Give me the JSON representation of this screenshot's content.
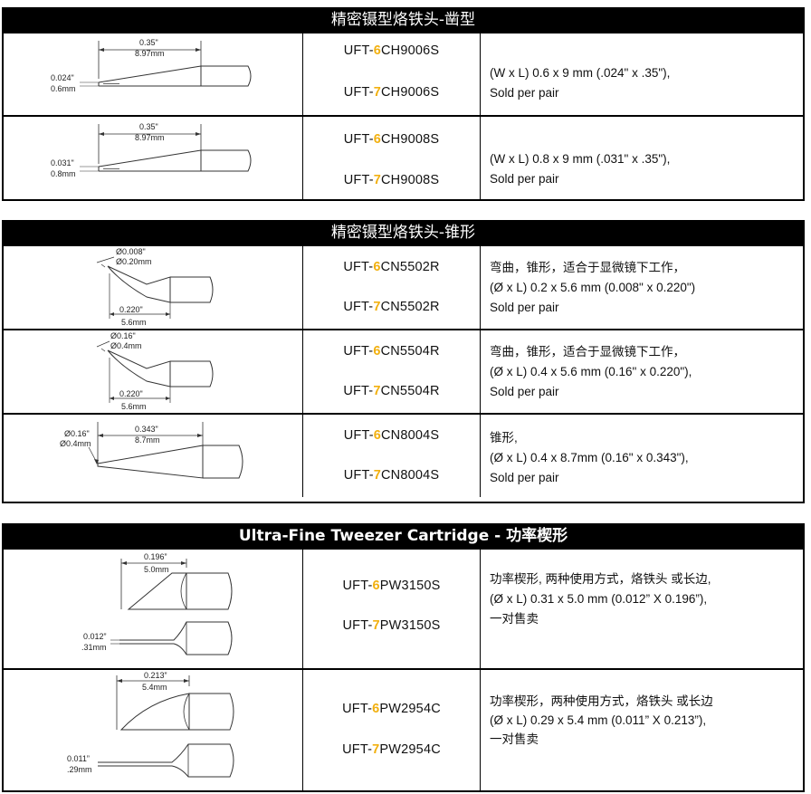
{
  "sections": [
    {
      "title": "精密镊型烙铁头-凿型",
      "rows": [
        {
          "code1_prefix": "UFT-",
          "code1_digit": "6",
          "code1_suffix": "CH9006S",
          "code2_prefix": "UFT-",
          "code2_digit": "7",
          "code2_suffix": "CH9006S",
          "desc": [
            "(W x L) 0.6 x 9 mm (.024\" x .35\"),",
            "Sold per pair"
          ],
          "dims": {
            "len_in": "0.35\"",
            "len_mm": "8.97mm",
            "w_in": "0.024\"",
            "w_mm": "0.6mm"
          }
        },
        {
          "code1_prefix": "UFT-",
          "code1_digit": "6",
          "code1_suffix": "CH9008S",
          "code2_prefix": "UFT-",
          "code2_digit": "7",
          "code2_suffix": "CH9008S",
          "desc": [
            "(W x L) 0.8 x 9 mm (.031\" x .35\"),",
            "Sold per pair"
          ],
          "dims": {
            "len_in": "0.35\"",
            "len_mm": "8.97mm",
            "w_in": "0.031\"",
            "w_mm": "0.8mm"
          }
        }
      ]
    },
    {
      "title": "精密镊型烙铁头-锥形",
      "rows": [
        {
          "code1_prefix": "UFT-",
          "code1_digit": "6",
          "code1_suffix": "CN5502R",
          "code2_prefix": "UFT-",
          "code2_digit": "7",
          "code2_suffix": "CN5502R",
          "desc": [
            "弯曲，锥形，适合于显微镜下工作，",
            "(Ø x L) 0.2 x 5.6 mm (0.008\" x 0.220\")",
            "Sold per pair"
          ],
          "dims": {
            "d_in": "Ø0.008\"",
            "d_mm": "Ø0.20mm",
            "len_in": "0.220\"",
            "len_mm": "5.6mm"
          }
        },
        {
          "code1_prefix": "UFT-",
          "code1_digit": "6",
          "code1_suffix": "CN5504R",
          "code2_prefix": "UFT-",
          "code2_digit": "7",
          "code2_suffix": "CN5504R",
          "desc": [
            "弯曲，锥形，适合于显微镜下工作，",
            "(Ø x L) 0.4 x 5.6 mm (0.16\" x 0.220\"),",
            "Sold per pair"
          ],
          "dims": {
            "d_in": "Ø0.16\"",
            "d_mm": "Ø0.4mm",
            "len_in": "0.220\"",
            "len_mm": "5.6mm"
          }
        },
        {
          "code1_prefix": "UFT-",
          "code1_digit": "6",
          "code1_suffix": "CN8004S",
          "code2_prefix": "UFT-",
          "code2_digit": "7",
          "code2_suffix": "CN8004S",
          "desc": [
            "锥形,",
            "(Ø x L) 0.4 x 8.7mm (0.16\" x 0.343\"),",
            "Sold per pair"
          ],
          "dims": {
            "d_in": "Ø0.16\"",
            "d_mm": "Ø0.4mm",
            "len_in": "0.343\"",
            "len_mm": "8.7mm"
          }
        }
      ]
    },
    {
      "title": "Ultra-Fine Tweezer Cartridge - 功率楔形",
      "rows": [
        {
          "code1_prefix": "UFT-",
          "code1_digit": "6",
          "code1_suffix": "PW3150S",
          "code2_prefix": "UFT-",
          "code2_digit": "7",
          "code2_suffix": "PW3150S",
          "desc": [
            "功率楔形, 两种使用方式，烙铁头 或长边,",
            "(Ø x L) 0.31 x 5.0 mm (0.012” X 0.196”),",
            "一对售卖"
          ],
          "dims": {
            "len_in": "0.196”",
            "len_mm": "5.0mm",
            "t_in": "0.012”",
            "t_mm": ".31mm"
          }
        },
        {
          "code1_prefix": "UFT-",
          "code1_digit": "6",
          "code1_suffix": "PW2954C",
          "code2_prefix": "UFT-",
          "code2_digit": "7",
          "code2_suffix": "PW2954C",
          "desc": [
            "功率楔形，两种使用方式，烙铁头 或长边",
            " (Ø x L) 0.29 x 5.4 mm (0.011” X 0.213”),",
            "一对售卖"
          ],
          "dims": {
            "len_in": "0.213”",
            "len_mm": "5.4mm",
            "t_in": "0.011”",
            "t_mm": ".29mm"
          }
        }
      ]
    }
  ]
}
